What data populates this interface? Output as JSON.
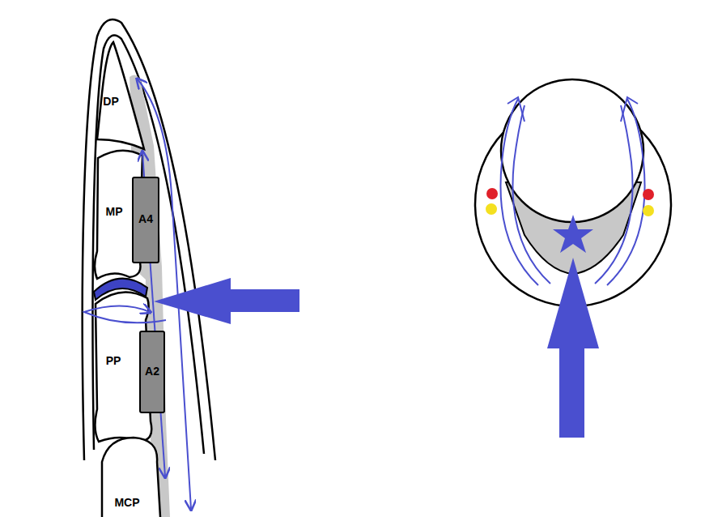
{
  "diagram": {
    "nodes": [
      {
        "text": [
          "DP"
        ]
      },
      {
        "text": [
          "MP"
        ]
      },
      {
        "text": [
          "A4"
        ]
      },
      {
        "text": [
          "PP"
        ]
      },
      {
        "text": [
          "A2"
        ]
      },
      {
        "text": [
          "MCP"
        ]
      }
    ]
  }
}
